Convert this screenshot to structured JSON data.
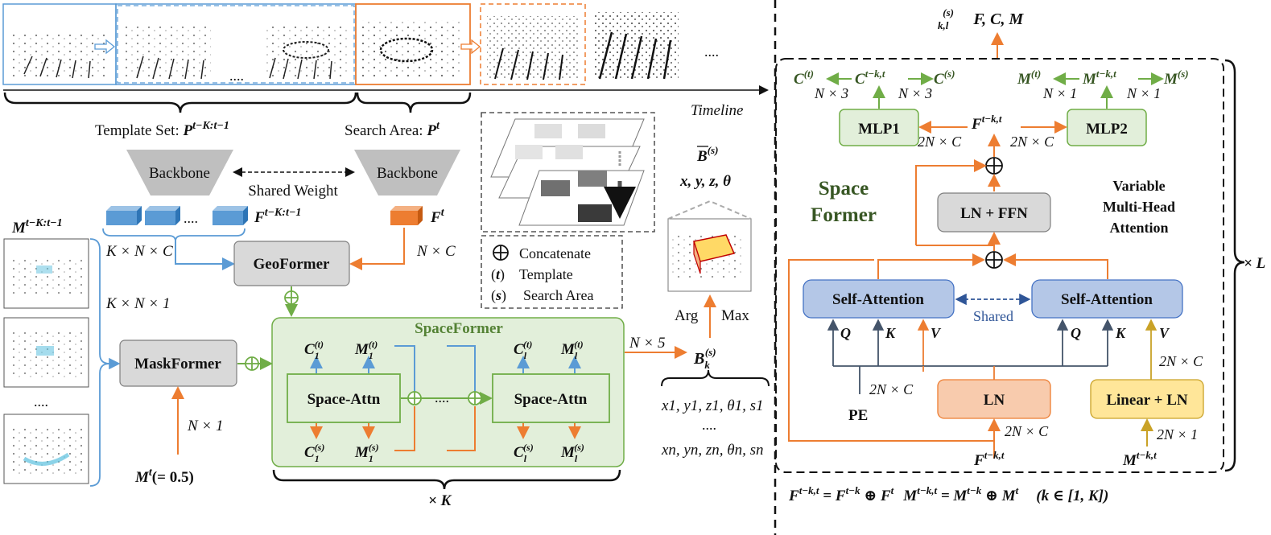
{
  "top_strip": {
    "dots": "....",
    "dots2": "...."
  },
  "timeline": {
    "label": "Timeline"
  },
  "template_set": {
    "label": "Template Set: ",
    "sym": "P",
    "sup": "t−K:t−1"
  },
  "search_area": {
    "label": "Search Area: ",
    "sym": "P",
    "sup": "t"
  },
  "backbone": {
    "left": "Backbone",
    "right": "Backbone",
    "shared": "Shared Weight"
  },
  "features": {
    "template_sym": "F",
    "template_sup": "t−K:t−1",
    "template_dots": "....",
    "search_sym": "F",
    "search_sup": "t",
    "knc": "K × N × C",
    "nc": "N × C",
    "kn1": "K × N × 1"
  },
  "mask_col": {
    "sym": "M",
    "sup": "t−K:t−1",
    "dots": "...."
  },
  "modules": {
    "geoformer": "GeoFormer",
    "maskformer": "MaskFormer",
    "spaceformer": "SpaceFormer",
    "space_attn_1": "Space-Attn",
    "space_attn_l": "Space-Attn"
  },
  "mt": {
    "sym": "M",
    "sup": "t",
    "rest": "(= 0.5)",
    "n1": "N × 1"
  },
  "sf_labels": {
    "c1t": "C",
    "c1t_sub": "1",
    "c1t_sup": "(t)",
    "m1t": "M",
    "m1t_sub": "1",
    "m1t_sup": "(t)",
    "clt": "C",
    "clt_sub": "l",
    "clt_sup": "(t)",
    "mlt": "M",
    "mlt_sub": "l",
    "mlt_sup": "(t)",
    "c1s": "C",
    "c1s_sub": "1",
    "c1s_sup": "(s)",
    "m1s": "M",
    "m1s_sub": "1",
    "m1s_sup": "(s)",
    "cls": "C",
    "cls_sub": "l",
    "cls_sup": "(s)",
    "mls": "M",
    "mls_sub": "l",
    "mls_sup": "(s)",
    "dots": "...."
  },
  "xk": "× K",
  "legend": {
    "concat": "Concatenate",
    "template_sym": "t",
    "template": "Template",
    "search_sym": "s",
    "search": "Search Area"
  },
  "bbox": {
    "sym": "B",
    "sup": "(s)",
    "vars": "x, y, z, θ",
    "argmax_a": "Arg",
    "argmax_b": "Max"
  },
  "output": {
    "n5": "N × 5",
    "bk": "B",
    "bk_sub": "k",
    "bk_sup": "(s)",
    "row1": "x1, y1, z1, θ1, s1",
    "dots": "....",
    "rown": "xn, yn, zn, θn, sn"
  },
  "right": {
    "top_out": "F, C, M",
    "top_sup": "(s)",
    "top_sub": "k,l",
    "c_t": "C",
    "c_t_sup": "(t)",
    "c_mid": "C",
    "c_mid_sup": "t−k,t",
    "c_s": "C",
    "c_s_sup": "(s)",
    "m_t": "M",
    "m_t_sup": "(t)",
    "m_mid": "M",
    "m_mid_sup": "t−k,t",
    "m_s": "M",
    "m_s_sup": "(s)",
    "n3a": "N × 3",
    "n3b": "N × 3",
    "n1a": "N × 1",
    "n1b": "N × 1",
    "mlp1": "MLP1",
    "mlp2": "MLP2",
    "f_mid": "F",
    "f_mid_sup": "t−k,t",
    "nc2a": "2N × C",
    "nc2b": "2N × C",
    "title_a": "Space",
    "title_b": "Former",
    "vmh_a": "Variable",
    "vmh_b": "Multi-Head",
    "vmh_c": "Attention",
    "lnffn": "LN + FFN",
    "sa_left": "Self-Attention",
    "sa_right": "Self-Attention",
    "shared": "Shared",
    "q": "Q",
    "k": "K",
    "v": "V",
    "pe": "PE",
    "pe_dim": "2N × C",
    "ln": "LN",
    "ln_dim": "2N × C",
    "linln": "Linear + LN",
    "lin_dim_top": "2N × C",
    "lin_dim_bot": "2N × 1",
    "f_in": "F",
    "f_in_sup": "t−k,t",
    "m_in": "M",
    "m_in_sup": "t−k,t",
    "xl": "× L"
  },
  "formula": {
    "f": "F",
    "f1sup": "t−k,t",
    "eq": " = ",
    "f2sup": "t−k",
    "oplus": " ⊕ ",
    "f3sup": "t",
    "m": "M",
    "m1sup": "t−k,t",
    "m2sup": "t−k",
    "m3sup": "t",
    "range": "(k ∈ [1, K])"
  },
  "colors": {
    "blue": "#5b9bd5",
    "orange": "#ed7d31",
    "green": "#70ad47",
    "gold": "#c9a227",
    "navy": "#44546a",
    "darkgreen": "#375623"
  }
}
